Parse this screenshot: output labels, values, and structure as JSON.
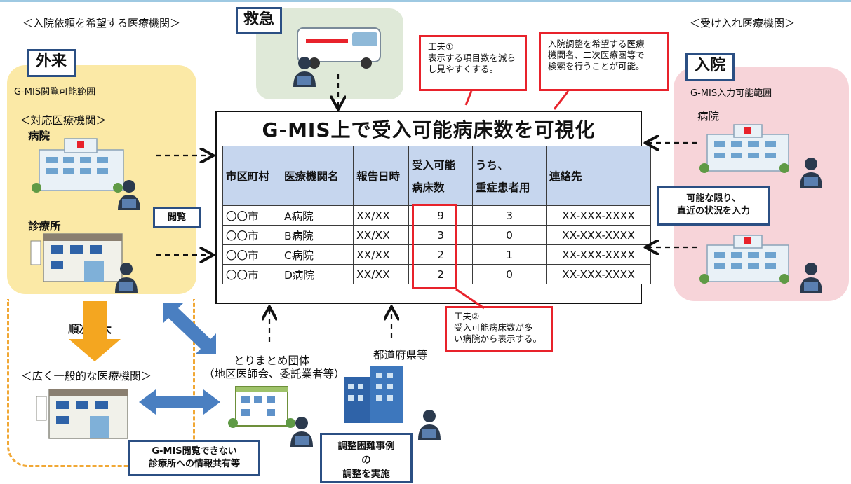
{
  "header": {
    "left_region": "＜入院依頼を希望する医療機関＞",
    "right_region": "＜受け入れ医療機関＞"
  },
  "outpatient": {
    "tag": "外来",
    "scope": "G-MIS閲覧可能範囲",
    "institutions_heading": "＜対応医療機関＞",
    "hospital_label": "病院",
    "clinic_label": "診療所",
    "browse_label": "閲覧",
    "expand_label": "順次拡大",
    "general_heading": "＜広く一般的な医療機関＞"
  },
  "emergency": {
    "tag": "救急"
  },
  "inpatient": {
    "tag": "入院",
    "scope": "G-MIS入力可能範囲",
    "hospital_label": "病院",
    "input_note_line1": "可能な限り、",
    "input_note_line2": "直近の状況を入力"
  },
  "callouts": {
    "tip1": [
      "工夫①",
      "表示する項目数を減ら",
      "し見やすくする。"
    ],
    "search": [
      "入院調整を希望する医療",
      "機関名、二次医療圏等で",
      "検索を行うことが可能。"
    ],
    "tip2": [
      "工夫②",
      "受入可能病床数が多",
      "い病院から表示する。"
    ]
  },
  "main": {
    "title": "G-MIS上で受入可能病床数を可視化",
    "columns": [
      "市区町村",
      "医療機関名",
      "報告日時",
      "受入可能",
      "病床数",
      "うち、",
      "重症患者用",
      "連絡先"
    ],
    "rows": [
      {
        "city": "〇〇市",
        "name": "A病院",
        "date": "XX/XX",
        "beds": "9",
        "severe": "3",
        "tel": "XX-XXX-XXXX"
      },
      {
        "city": "〇〇市",
        "name": "B病院",
        "date": "XX/XX",
        "beds": "3",
        "severe": "0",
        "tel": "XX-XXX-XXXX"
      },
      {
        "city": "〇〇市",
        "name": "C病院",
        "date": "XX/XX",
        "beds": "2",
        "severe": "1",
        "tel": "XX-XXX-XXXX"
      },
      {
        "city": "〇〇市",
        "name": "D病院",
        "date": "XX/XX",
        "beds": "2",
        "severe": "0",
        "tel": "XX-XXX-XXXX"
      }
    ]
  },
  "bottom": {
    "org_line1": "とりまとめ団体",
    "org_line2": "（地区医師会、委託業者等）",
    "pref_label": "都道府県等",
    "share_line1": "G-MIS閲覧できない",
    "share_line2": "診療所への情報共有等",
    "difficult_line1": "調整困難事例",
    "difficult_line2": "の",
    "difficult_line3": "調整を実施"
  },
  "colors": {
    "outpatient_zone": "#fbe9a6",
    "inpatient_zone": "#f7d4d9",
    "emergency_zone": "#dfe9d8",
    "table_header": "#c6d6ee",
    "callout_border": "#e8222b",
    "tag_border": "#2b4f83",
    "expand_arrow": "#f4a620",
    "share_arrow": "#4a7fc1"
  }
}
